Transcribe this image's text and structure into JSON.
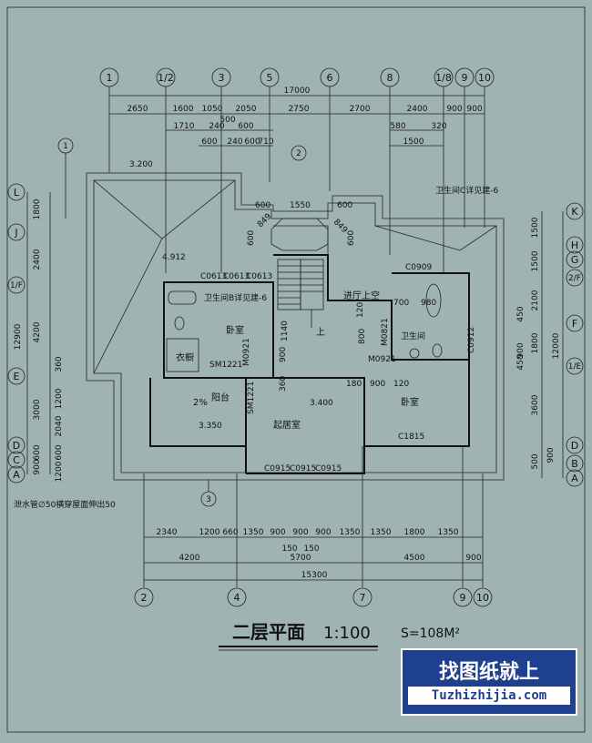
{
  "title": {
    "main": "二层平面",
    "scale": "1:100",
    "area": "S=108M²"
  },
  "watermark": {
    "cn": "找图纸就上",
    "en": "Tuzhizhijia.com"
  },
  "axes_top": [
    "1",
    "1/2",
    "3",
    "5",
    "6",
    "8",
    "1/8",
    "9",
    "10"
  ],
  "axes_bottom": [
    "2",
    "4",
    "7",
    "9",
    "10"
  ],
  "axes_left": [
    "L",
    "J",
    "1/F",
    "E",
    "D",
    "C",
    "A"
  ],
  "axes_right": [
    "K",
    "H",
    "G",
    "2/F",
    "F",
    "1/E",
    "D",
    "B",
    "A"
  ],
  "dims_top_total": "17000",
  "dims_top_row1": [
    "2650",
    "1600",
    "1050",
    "2050",
    "2750",
    "2700",
    "2400",
    "900",
    "900"
  ],
  "dims_top_row2": [
    "1710",
    "240",
    "500",
    "600",
    "580",
    "320"
  ],
  "dims_top_row3": [
    "600",
    "240",
    "600",
    "710",
    "1500"
  ],
  "dims_bottom_row1": [
    "2340",
    "1200",
    "660",
    "1350",
    "900",
    "900",
    "900",
    "1350",
    "1350",
    "1800",
    "1350"
  ],
  "dims_bottom_row1b": [
    "150",
    "150"
  ],
  "dims_bottom_row2": [
    "4200",
    "5700",
    "4500",
    "900"
  ],
  "dims_bottom_total": "15300",
  "dims_left": [
    "1800",
    "2400",
    "4200",
    "12900",
    "3000",
    "360",
    "1200",
    "2040",
    "600",
    "900",
    "600",
    "1200"
  ],
  "dims_right": [
    "1500",
    "1500",
    "2100",
    "450",
    "1800",
    "12000",
    "900",
    "450",
    "3600",
    "500",
    "900"
  ],
  "rooms": {
    "bedroom1": "卧室",
    "bedroom2": "卧室",
    "balcony": "阳台",
    "living_upper": "起居室",
    "wardrobe": "衣橱",
    "bath_b": "卫生间",
    "bath_b_note": "卫生间B详见建-6",
    "bath_c": "卫生间",
    "bath_c_note": "卫生间C详见建-6",
    "hall_void": "进厅上空",
    "stair_up": "上",
    "slope": "2%"
  },
  "labels": {
    "elev1": "3.200",
    "elev2": "4.912",
    "elev3": "3.400",
    "elev4": "3.350",
    "windows_top": [
      "C0613",
      "C0613",
      "C0613"
    ],
    "c0909": "C0909",
    "c0912": "C0912",
    "c1815": "C1815",
    "windows_bottom": [
      "C0915",
      "C0915",
      "C0915"
    ],
    "sm1221a": "SM1221",
    "sm1221b": "SM1221",
    "m0921a": "M0921",
    "m0921b": "M0921",
    "m0821": "M0821",
    "d700": "700",
    "d980": "980",
    "d120a": "120",
    "d120b": "120",
    "d800": "800",
    "d900": "900",
    "d180": "180",
    "d1140": "1140",
    "d360": "360",
    "d900b": "900",
    "d600a": "600",
    "d600b": "600",
    "d600c": "600",
    "d600d": "600",
    "d1550": "1550",
    "d849a": "849",
    "d849b": "849",
    "drain_note": "泄水管∅50横穿屋面伸出50"
  },
  "callouts": [
    "1",
    "2",
    "3"
  ]
}
